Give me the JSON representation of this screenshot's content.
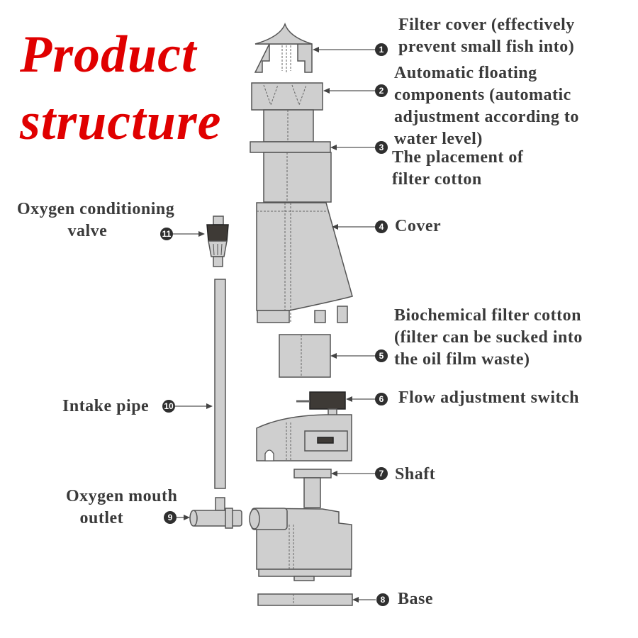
{
  "title": {
    "line1": "Product",
    "line2": "structure",
    "color": "#e00000"
  },
  "parts": [
    {
      "number": "1",
      "label": "Filter cover (effectively\nprevent small fish into)"
    },
    {
      "number": "2",
      "label": "Automatic floating\ncomponents (automatic\nadjustment according to\nwater level)"
    },
    {
      "number": "3",
      "label": "The placement of\nfilter cotton"
    },
    {
      "number": "4",
      "label": "Cover"
    },
    {
      "number": "5",
      "label": "Biochemical filter cotton\n(filter can be sucked into\nthe oil film waste)"
    },
    {
      "number": "6",
      "label": "Flow adjustment switch"
    },
    {
      "number": "7",
      "label": "Shaft"
    },
    {
      "number": "8",
      "label": "Base"
    },
    {
      "number": "9",
      "label": "Oxygen mouth\n   outlet"
    },
    {
      "number": "10",
      "label": "Intake pipe"
    },
    {
      "number": "11",
      "label": "Oxygen conditioning\n           valve"
    }
  ],
  "colors": {
    "label_text": "#3a3a3a",
    "part_fill": "#cfcfcf",
    "badge": "#2f2f2f"
  }
}
